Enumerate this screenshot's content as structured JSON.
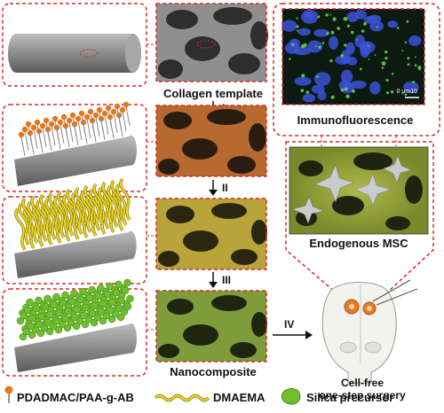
{
  "labels": {
    "collagen_template": "Collagen template",
    "step_1": "I",
    "step_2": "II",
    "step_3": "III",
    "step_4": "IV",
    "nanocomposite": "Nanocomposite",
    "immunofluorescence": "Immunofluorescence",
    "scale_bar": "0  μm10",
    "endogenous_msc": "Endogenous MSC",
    "cell_free_line1": "Cell-free",
    "cell_free_line2": "one-step surgery"
  },
  "legend": [
    {
      "icon": "pin-icon",
      "label": "PDADMAC/PAA-g-AB"
    },
    {
      "icon": "yellow-chain-icon",
      "label": "DMAEMA"
    },
    {
      "icon": "green-blob-icon",
      "label": "Silica precursor"
    }
  ],
  "colors": {
    "dashed_red": "#d62a2a",
    "rod_gray": "#8c8c8c",
    "pin_orange": "#e2781d",
    "chain_yellow": "#d8c31c",
    "silica_green": "#6fbe2e",
    "micro_gray": "#9a9a9a",
    "micro_orange": "#b8692f",
    "micro_yellow": "#b8a43a",
    "micro_green": "#7e9d3a",
    "fluor_bg": "#0c1a12",
    "fluor_blue": "#3b52d6",
    "fluor_green": "#5fd14a"
  }
}
